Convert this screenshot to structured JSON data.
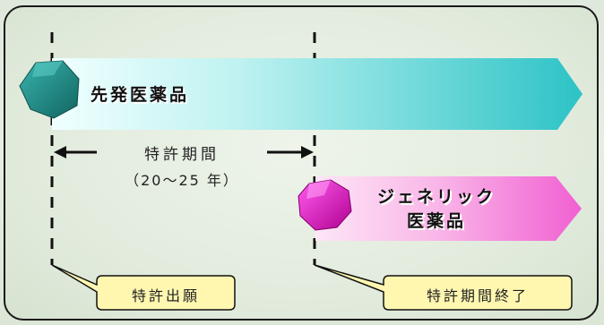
{
  "brand_drug": {
    "label": "先発医薬品"
  },
  "generic_drug": {
    "label_line1": "ジェネリック",
    "label_line2": "医薬品"
  },
  "patent_period": {
    "label": "特許期間",
    "duration": "（20～25 年）"
  },
  "callouts": {
    "application": "特許出願",
    "expiry": "特許期間終了"
  },
  "colors": {
    "brand_bar_start": "#f0ffff",
    "brand_bar_end": "#2cc3c6",
    "brand_hex": "#1e8c87",
    "generic_bar_start": "#fde6f6",
    "generic_bar_end": "#f160d2",
    "generic_hex": "#e020c8",
    "callout_fill": "#fff7b0"
  }
}
